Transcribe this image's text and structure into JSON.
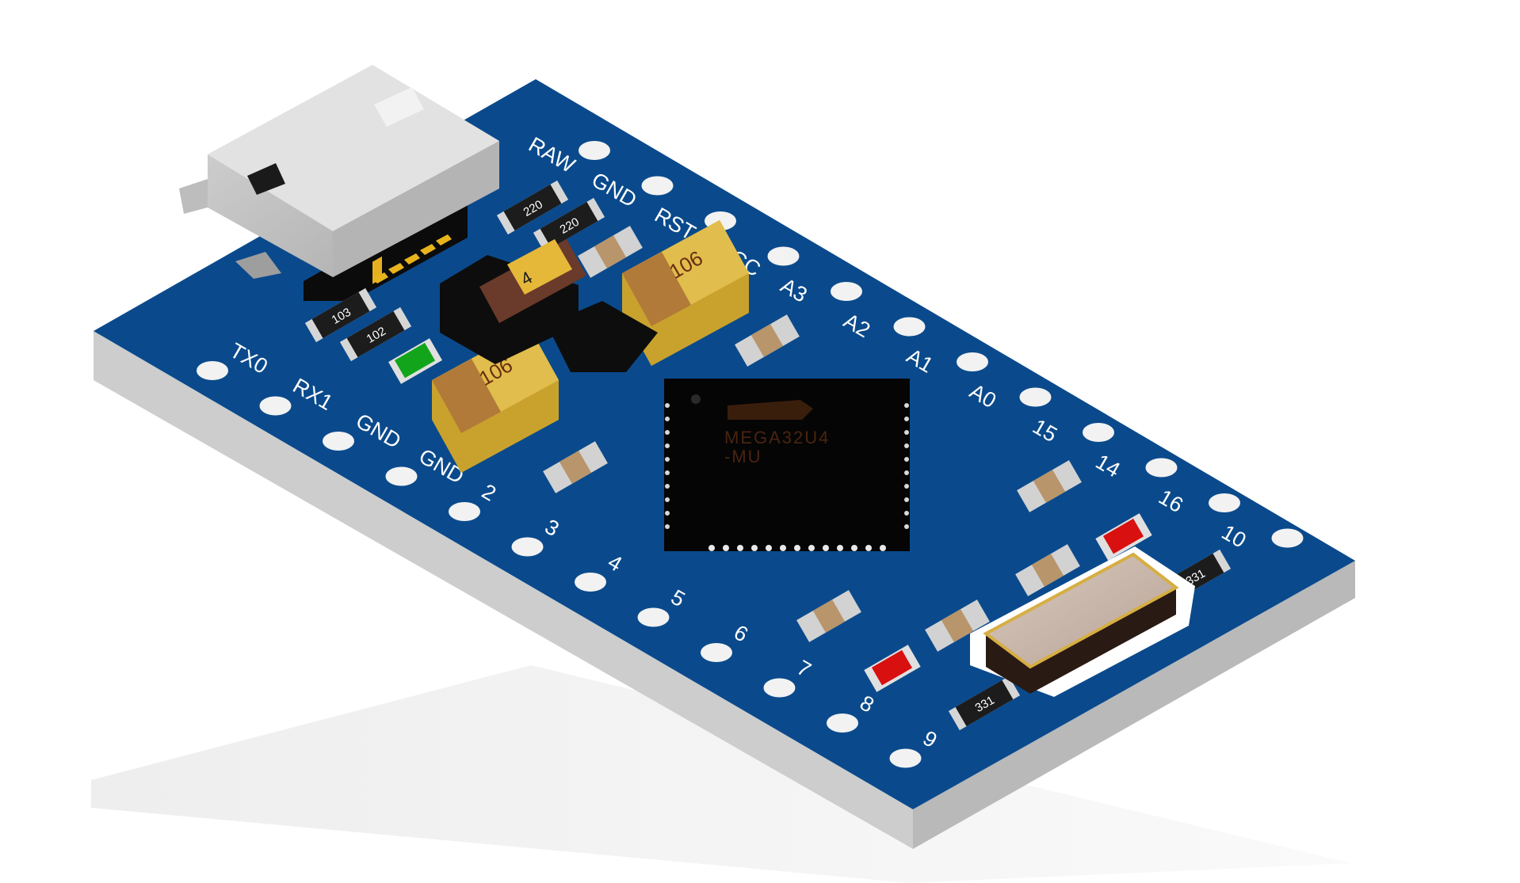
{
  "pin_labels": {
    "top_row": [
      "RAW",
      "GND",
      "RST",
      "VCC",
      "A3",
      "A2",
      "A1",
      "A0",
      "15",
      "14",
      "16",
      "10"
    ],
    "bottom_row": [
      "TX0",
      "RX1",
      "GND",
      "GND",
      "2",
      "3",
      "4",
      "5",
      "6",
      "7",
      "8",
      "9"
    ]
  },
  "components": {
    "resistors": [
      "220",
      "220",
      "103",
      "102",
      "331",
      "331"
    ],
    "capacitors": [
      "106",
      "106"
    ],
    "regulator": "4",
    "chip": {
      "line1": "MEGA32U4",
      "line2": "-MU"
    }
  },
  "colors": {
    "board": "#0a4a8c",
    "board_edge": "#c9c9c9",
    "chip": "#050505",
    "tantalum": "#d8b43e",
    "led_red": "#d81010",
    "led_green": "#12a51c",
    "usb": "#c4c4c4"
  }
}
